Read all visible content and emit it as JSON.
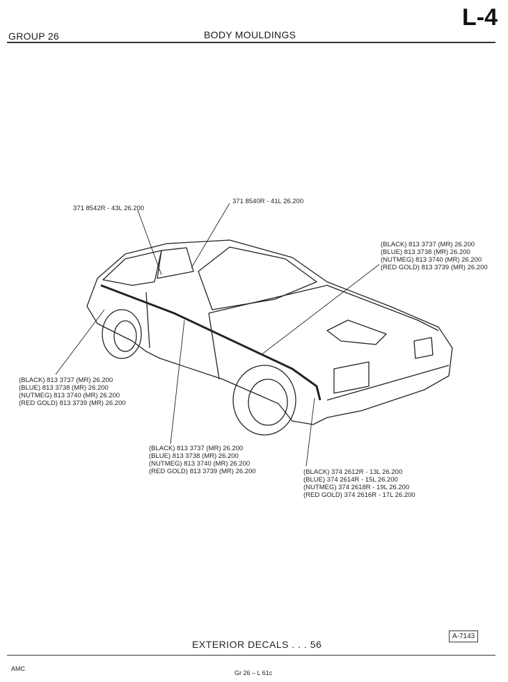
{
  "header": {
    "group": "GROUP 26",
    "title": "BODY MOULDINGS",
    "page_id": "L-4"
  },
  "callouts": {
    "rear_quarter_window": "371 8542R - 43L  26.200",
    "door_window": "371 8540R - 41L  26.200",
    "hood_side": [
      "(BLACK) 813 3737 (MR)  26.200",
      "(BLUE) 813 3738 (MR)  26.200",
      "(NUTMEG) 813 3740 (MR)  26.200",
      "(RED GOLD) 813 3739 (MR)  26.200"
    ],
    "rear_quarter": [
      "(BLACK) 813 3737 (MR)  26.200",
      "(BLUE) 813 3738 (MR)  26.200",
      "(NUTMEG) 813 3740 (MR)  26.200",
      "(RED GOLD) 813 3739 (MR)  26.200"
    ],
    "door": [
      "(BLACK) 813 3737 (MR)  26.200",
      "(BLUE) 813 3738 (MR)  26.200",
      "(NUTMEG) 813 3740 (MR)  26.200",
      "(RED GOLD) 813 3739 (MR)  26.200"
    ],
    "front_fender": [
      "(BLACK) 374 2612R - 13L  26.200",
      "(BLUE) 374 2614R - 15L  26.200",
      "(NUTMEG) 374 2618R - 19L  26.200",
      "(RED GOLD) 374 2616R - 17L  26.200"
    ]
  },
  "footer": {
    "section_title": "EXTERIOR DECALS . . . 56",
    "figure_number": "A-7143",
    "brand": "AMC",
    "page_ref": "Gr 26 – L 61c"
  }
}
